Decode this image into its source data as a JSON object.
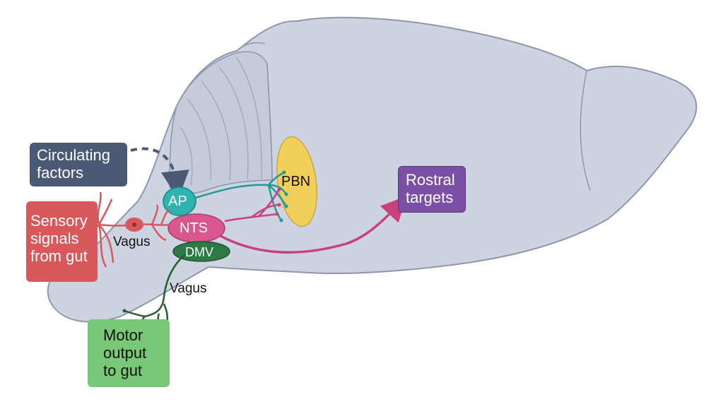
{
  "labels": {
    "circulating": [
      "Circulating",
      "factors"
    ],
    "sensory": [
      "Sensory",
      "signals",
      "from gut"
    ],
    "motor": [
      "Motor",
      "output",
      "to gut"
    ],
    "rostral": [
      "Rostral",
      "targets"
    ],
    "ap": "AP",
    "nts": "NTS",
    "dmv": "DMV",
    "pbn": "PBN",
    "vagus_sensory": "Vagus",
    "vagus_motor": "Vagus"
  },
  "colors": {
    "brain_fill": "#cdd3e1",
    "brain_outline": "#8d96aa",
    "circulating_box": "#4a5a75",
    "sensory_box": "#d9585c",
    "motor_box": "#78c878",
    "rostral_box": "#7b4fa6",
    "ap": "#2fb3b0",
    "nts": "#d9568f",
    "dmv": "#2d7a45",
    "pbn": "#f2cf5b",
    "teal_axon": "#1f9a96",
    "magenta_axon": "#c8427a",
    "green_axon": "#275e2c",
    "red_neuron": "#d9585c"
  },
  "icons": [
    "sensory-neuron-icon",
    "dashed-arrow-icon",
    "projection-arrow-icon"
  ]
}
